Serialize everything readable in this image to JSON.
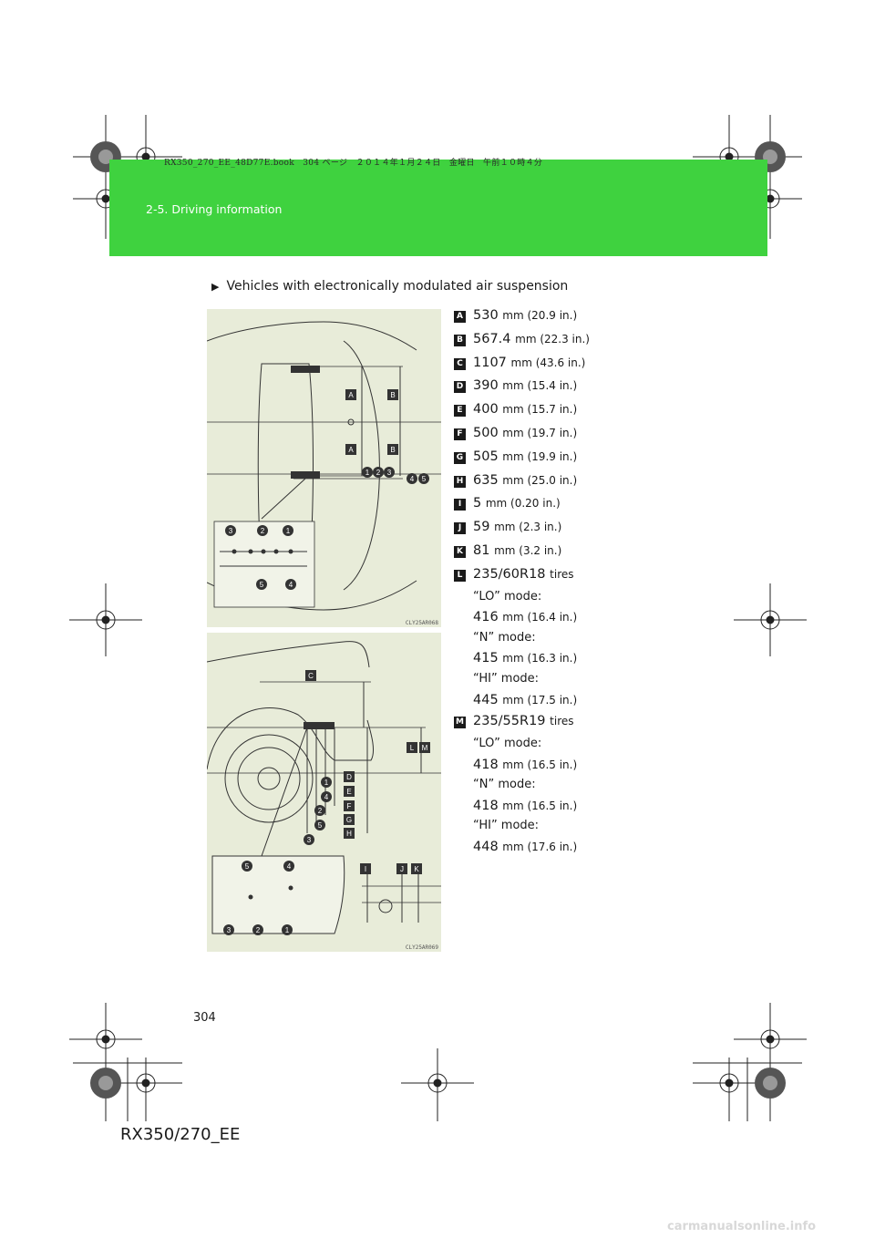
{
  "header": {
    "print_info": "RX350_270_EE_48D77E.book　304 ページ　２０１４年１月２４日　金曜日　午前１０時４分",
    "section_title": "2-5. Driving information"
  },
  "intro": {
    "marker": "▶",
    "text": "Vehicles with electronically modulated air suspension"
  },
  "specs": [
    {
      "key": "A",
      "value": "530",
      "unit": "mm (20.9 in.)"
    },
    {
      "key": "B",
      "value": "567.4",
      "unit": "mm (22.3 in.)"
    },
    {
      "key": "C",
      "value": "1107",
      "unit": "mm (43.6 in.)"
    },
    {
      "key": "D",
      "value": "390",
      "unit": "mm (15.4 in.)"
    },
    {
      "key": "E",
      "value": "400",
      "unit": "mm (15.7 in.)"
    },
    {
      "key": "F",
      "value": "500",
      "unit": "mm (19.7 in.)"
    },
    {
      "key": "G",
      "value": "505",
      "unit": "mm (19.9 in.)"
    },
    {
      "key": "H",
      "value": "635",
      "unit": "mm (25.0 in.)"
    },
    {
      "key": "I",
      "value": "5",
      "unit": "mm (0.20 in.)"
    },
    {
      "key": "J",
      "value": "59",
      "unit": "mm (2.3 in.)"
    },
    {
      "key": "K",
      "value": "81",
      "unit": "mm (3.2 in.)"
    }
  ],
  "tire_specs": [
    {
      "key": "L",
      "tire": "235/60R18",
      "tire_word": "tires",
      "modes": [
        {
          "label": "“LO” mode:",
          "value": "416",
          "unit": "mm (16.4 in.)"
        },
        {
          "label": "“N” mode:",
          "value": "415",
          "unit": "mm (16.3 in.)"
        },
        {
          "label": "“HI” mode:",
          "value": "445",
          "unit": "mm (17.5 in.)"
        }
      ]
    },
    {
      "key": "M",
      "tire": "235/55R19",
      "tire_word": "tires",
      "modes": [
        {
          "label": "“LO” mode:",
          "value": "418",
          "unit": "mm (16.5 in.)"
        },
        {
          "label": "“N” mode:",
          "value": "418",
          "unit": "mm (16.5 in.)"
        },
        {
          "label": "“HI” mode:",
          "value": "448",
          "unit": "mm (17.6 in.)"
        }
      ]
    }
  ],
  "figures": {
    "top_code": "CLY25AR068",
    "bottom_code": "CLY25AR069",
    "top_callouts": {
      "a1": "A",
      "a2": "A",
      "b1": "B",
      "b2": "B",
      "n1": "1",
      "n2": "2",
      "n3": "3",
      "n4": "4",
      "n5": "5"
    },
    "bottom_callouts": {
      "c": "C",
      "l": "L",
      "m": "M",
      "d": "D",
      "e": "E",
      "f": "F",
      "g": "G",
      "h": "H",
      "i": "I",
      "j": "J",
      "k": "K",
      "n1": "1",
      "n2": "2",
      "n3": "3",
      "n4": "4",
      "n5": "5"
    }
  },
  "page_number": "304",
  "footer_model": "RX350/270_EE",
  "watermark": "carmanualsonline.info",
  "colors": {
    "header_band": "#3fd23f",
    "figure_bg": "#e8ecd9"
  }
}
